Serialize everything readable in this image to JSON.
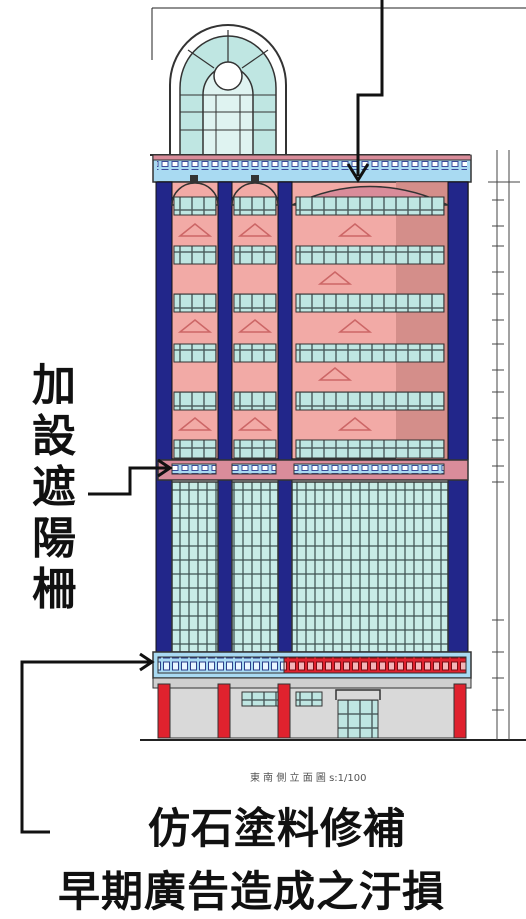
{
  "annotations": {
    "sunshade": [
      "加",
      "設",
      "遮",
      "陽",
      "柵"
    ],
    "stone_coating": "仿石塗料修補",
    "stain_caption": "早期廣告造成之汙損"
  },
  "drawing": {
    "scale_title": "東 南 側 立 面 圖   s:1/100"
  },
  "colors": {
    "wall_pink": "#f2aaa6",
    "column_navy": "#22268a",
    "glass_teal": "#bfe6e2",
    "band_light_blue": "#a9daf2",
    "plinth_red": "#e0222e",
    "arrow": "#111111"
  }
}
